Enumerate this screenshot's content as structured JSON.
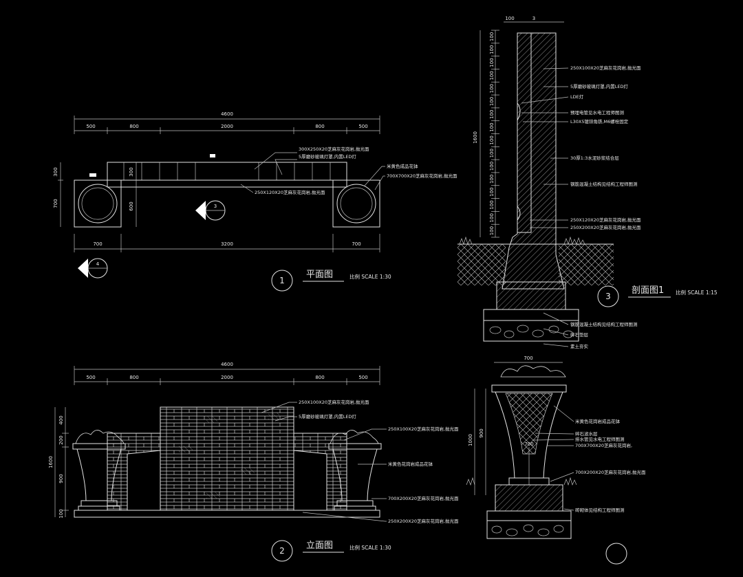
{
  "plan": {
    "title": "平面图",
    "number": "1",
    "scale": "比例 SCALE 1:30",
    "dim_total": "4600",
    "dims_top": [
      "500",
      "800",
      "2000",
      "800",
      "500"
    ],
    "dims_bottom": [
      "700",
      "3200",
      "700"
    ],
    "dims_left_a": [
      "300",
      "700"
    ],
    "dims_left_b": [
      "300",
      "600"
    ],
    "notes_top": [
      "300X250X20芝麻灰花岗岩,抛光面",
      "5厚磨砂玻璃灯罩,内置LED灯"
    ],
    "note_mid": "250X120X20芝麻灰花岗岩,抛光面",
    "notes_right": [
      "米黄色成品花钵",
      "700X700X20芝麻灰花岗岩,抛光面"
    ],
    "marker_section": "3",
    "marker_elev": "4"
  },
  "elevation": {
    "title": "立面图",
    "number": "2",
    "scale": "比例 SCALE 1:30",
    "dim_total": "4600",
    "dims_top": [
      "500",
      "800",
      "2000",
      "800",
      "500"
    ],
    "dims_left": [
      "400",
      "200",
      "900",
      "100"
    ],
    "dim_left_total": "1600",
    "notes": [
      "250X100X20芝麻灰花岗岩,抛光面",
      "5厚磨砂玻璃灯罩,内置LED灯",
      "250X100X20芝麻灰花岗岩,抛光面",
      "米黄色花岗岩成品花钵",
      "700X200X20芝麻灰花岗岩,抛光面",
      "250X200X20芝麻灰花岗岩,抛光面"
    ]
  },
  "section": {
    "title": "剖面图1",
    "number": "3",
    "scale": "比例 SCALE 1:15",
    "dims_top": [
      "100",
      "3"
    ],
    "dim_left_total": "1600",
    "dim_left_step": "100",
    "notes": [
      "250X100X20芝麻灰花岗岩,抛光面",
      "5厚磨砂玻璃灯罩,内置LED灯",
      "LDE灯",
      "预埋电管见水电工程师图测",
      "L30X5镀锌角铁,M6螺栓固定",
      "30厚1:3水泥砂浆结合层",
      "钢筋混凝土结构见结构工程师图测",
      "250X120X20芝麻灰花岗岩,抛光面",
      "250X200X20芝麻灰花岗岩,抛光面",
      "钢筋混凝土结构见结构工程师图测",
      "碎石垫层",
      "素土夯实"
    ]
  },
  "detail": {
    "dim_top": "700",
    "dims_left": [
      "1000",
      "900"
    ],
    "dim_inner": "700",
    "notes": [
      "米黄色花岗岩成品花钵",
      "碎石滤水层",
      "排水管见水电工程师图测",
      "700X700X20芝麻灰花岗岩,",
      "700X200X20芝麻灰花岗岩,抛光面",
      "砖砌体见结构工程师图测"
    ]
  }
}
